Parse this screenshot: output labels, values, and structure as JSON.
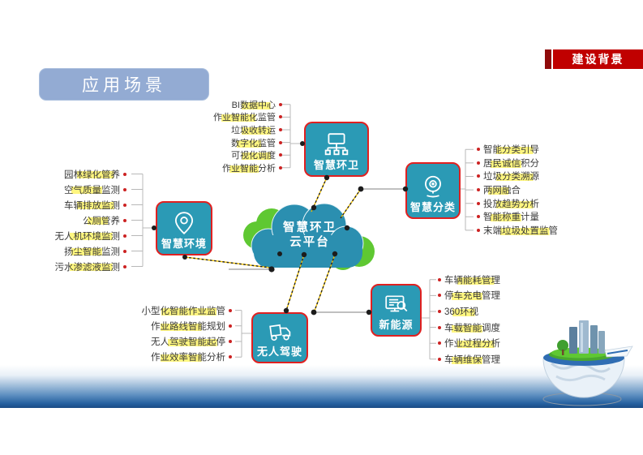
{
  "slide": {
    "badge": {
      "label": "建设背景"
    },
    "title": "应用场景",
    "cloud": {
      "line1": "智慧环卫",
      "line2": "云平台"
    },
    "nodes": [
      {
        "id": "huanwei",
        "label": "智慧环卫",
        "icon": "network-monitor-icon",
        "items": [
          "BI数据中心",
          "作业智能化监管",
          "垃圾收转运",
          "数字化监管",
          "可视化调度",
          "作业智能分析"
        ]
      },
      {
        "id": "fenlei",
        "label": "智慧分类",
        "icon": "camera-icon",
        "items": [
          "智能分类引导",
          "居民诚信积分",
          "垃圾分类溯源",
          "两网融合",
          "投放趋势分析",
          "智能称重计量",
          "末端垃圾处置监管"
        ]
      },
      {
        "id": "huanjing",
        "label": "智慧环境",
        "icon": "location-pin-icon",
        "items": [
          "园林绿化管养",
          "空气质量监测",
          "车辆排放监测",
          "公厕管养",
          "无人机环境监测",
          "扬尘智能监测",
          "污水渗滤液监测"
        ]
      },
      {
        "id": "wuren",
        "label": "无人驾驶",
        "icon": "truck-icon",
        "items": [
          "小型化智能作业监管",
          "作业路线智能规划",
          "无人驾驶智能起停",
          "作业效率智能分析"
        ]
      },
      {
        "id": "xinnengyuan",
        "label": "新能源",
        "icon": "monitor-search-icon",
        "items": [
          "车辆能耗管理",
          "停车充电管理",
          "360环视",
          "车载智能调度",
          "作业过程分析",
          "车辆维保管理"
        ]
      }
    ],
    "colors": {
      "node_fill": "#2B9AB5",
      "node_border": "#E02020",
      "cloud_blue": "#2B8FB0",
      "cloud_green": "#5FC832",
      "banner_red": "#C00000",
      "banner_dark_red": "#8F0B0B",
      "title_fill": "#93ABD3",
      "highlight": "#FFEE00",
      "ocean_deep": "#1A4B85"
    }
  }
}
